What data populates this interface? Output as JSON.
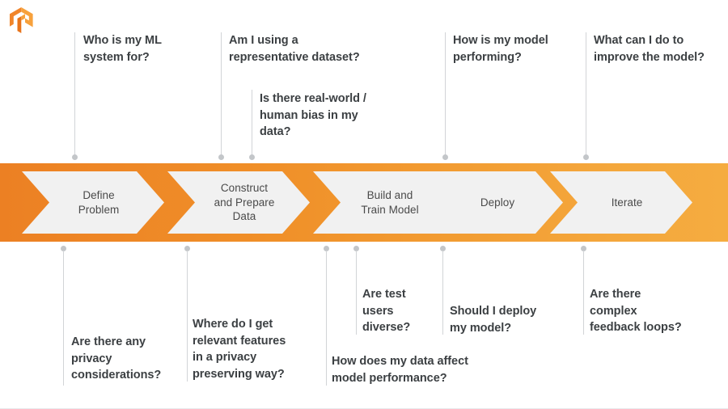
{
  "logo": {
    "name": "tensorflow-logo",
    "colors": {
      "light": "#f7a13c",
      "mid": "#f1852a",
      "dark": "#e8741b"
    }
  },
  "theme": {
    "band_gradient_start": "#ec8023",
    "band_gradient_end": "#f5ac40",
    "chevron_fill": "#f1f1f1",
    "text": "#3c4043",
    "connector": "#d2d4d7",
    "dot": "#c3c6c9",
    "background": "#ffffff"
  },
  "process": {
    "steps": [
      {
        "id": "define-problem",
        "label": "Define\nProblem"
      },
      {
        "id": "construct-prepare-data",
        "label": "Construct\nand Prepare\nData"
      },
      {
        "id": "build-train-model",
        "label": "Build and\nTrain Model"
      },
      {
        "id": "deploy",
        "label": "Deploy"
      },
      {
        "id": "iterate",
        "label": "Iterate"
      }
    ]
  },
  "questions_above": [
    {
      "id": "who-is-my-ml-system-for",
      "text": "Who is my ML\nsystem for?"
    },
    {
      "id": "am-i-using-representative-dataset",
      "text": "Am I using a\nrepresentative dataset?"
    },
    {
      "id": "real-world-human-bias",
      "text": "Is there real-world /\nhuman bias in my\ndata?"
    },
    {
      "id": "how-is-my-model-performing",
      "text": "How is my model\nperforming?"
    },
    {
      "id": "what-can-i-do-to-improve",
      "text": "What can I do to\nimprove the model?"
    }
  ],
  "questions_below": [
    {
      "id": "privacy-considerations",
      "text": "Are there any\nprivacy\nconsiderations?"
    },
    {
      "id": "relevant-features-privacy",
      "text": "Where do I get\nrelevant features\nin a privacy\npreserving way?"
    },
    {
      "id": "are-test-users-diverse",
      "text": "Are test\nusers\ndiverse?"
    },
    {
      "id": "how-does-data-affect-performance",
      "text": "How does my data affect\nmodel performance?"
    },
    {
      "id": "should-i-deploy-my-model",
      "text": "Should I deploy\nmy model?"
    },
    {
      "id": "complex-feedback-loops",
      "text": "Are there\ncomplex\nfeedback loops?"
    }
  ]
}
